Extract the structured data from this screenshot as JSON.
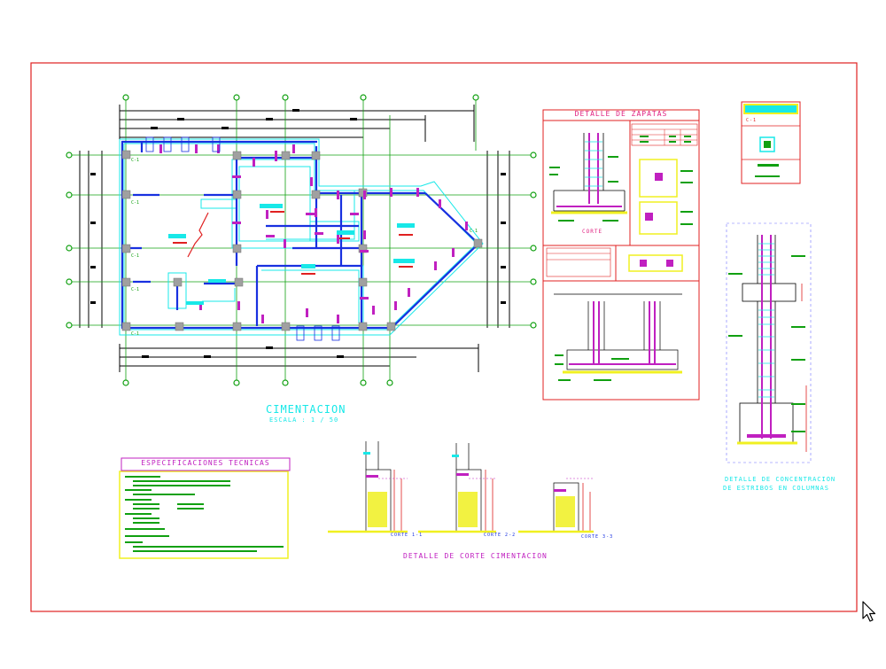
{
  "drawing": {
    "plan_title": "CIMENTACION",
    "plan_scale": "ESCALA : 1 / 50",
    "footing_detail_title": "DETALLE DE ZAPATAS",
    "footing_section_label": "CORTE",
    "column_tag": "C-1",
    "spec_title": "ESPECIFICACIONES TECNICAS",
    "section_detail_title": "DETALLE  DE  CORTE  CIMENTACION",
    "column_detail_title_line1": "DETALLE DE CONCENTRACION",
    "column_detail_title_line2": "DE ESTRIBOS EN COLUMNAS",
    "section_tags": [
      "CORTE 1-1",
      "CORTE 2-2",
      "CORTE 3-3"
    ]
  },
  "colors": {
    "frame": "#e02020",
    "walls": "#18e8e8",
    "beams": "#1830e0",
    "columns": "#c020c0",
    "dimensions": "#000000",
    "axes": "#10a010",
    "specs_box": "#f0f020",
    "footing": "#f0f020"
  },
  "icons": {
    "cursor": "mouse-pointer-icon"
  }
}
